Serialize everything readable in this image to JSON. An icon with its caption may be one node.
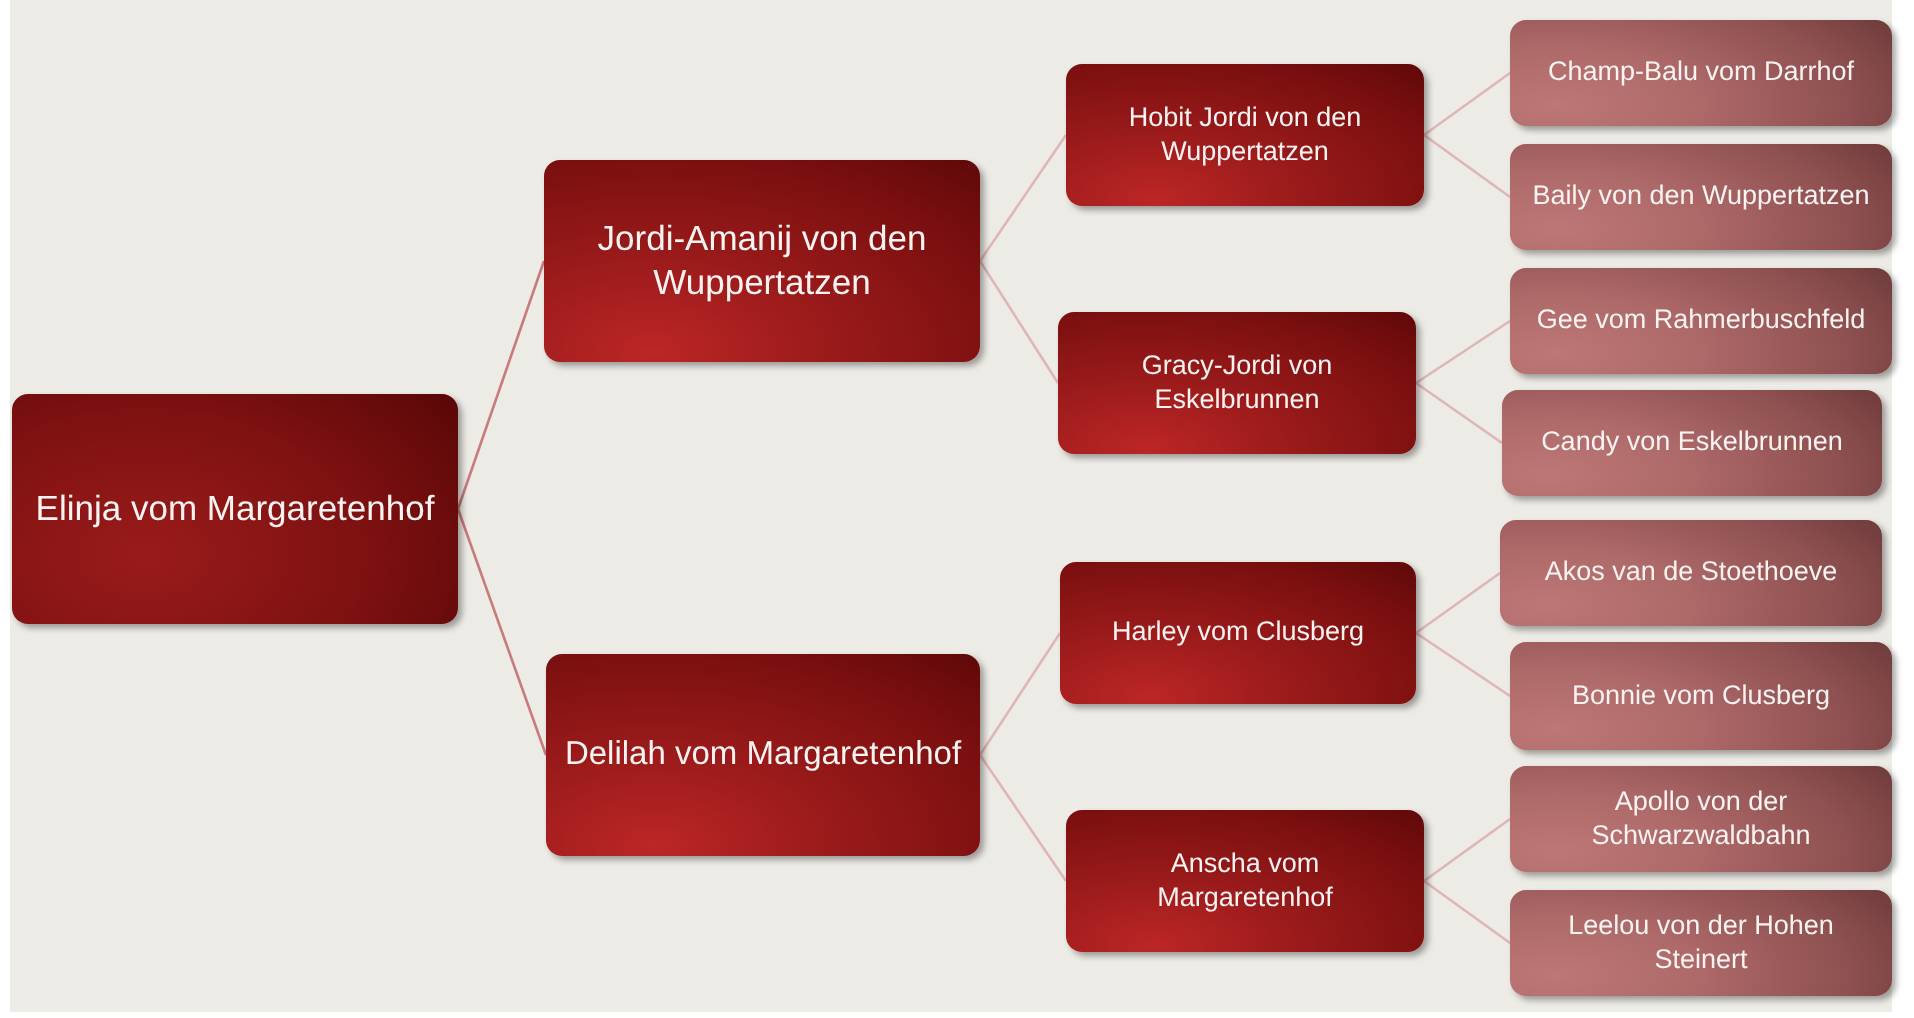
{
  "diagram": {
    "nodes": [
      {
        "text": [
          "Elinja vom Margaretenhof"
        ]
      },
      {
        "text": [
          "Jordi-Amanij von den Wuppertatzen"
        ]
      },
      {
        "text": [
          "Delilah vom Margaretenhof"
        ]
      },
      {
        "text": [
          "Hobit Jordi von den Wuppertatzen"
        ]
      },
      {
        "text": [
          "Gracy-Jordi von Eskelbrunnen"
        ]
      },
      {
        "text": [
          "Harley vom Clusberg"
        ]
      },
      {
        "text": [
          "Anscha vom Margaretenhof"
        ]
      },
      {
        "text": [
          "Champ-Balu vom Darrhof"
        ]
      },
      {
        "text": [
          "Baily von den Wuppertatzen"
        ]
      },
      {
        "text": [
          "Gee vom Rahmerbuschfeld"
        ]
      },
      {
        "text": [
          "Candy von Eskelbrunnen"
        ]
      },
      {
        "text": [
          "Akos van de Stoethoeve"
        ]
      },
      {
        "text": [
          "Bonnie vom Clusberg"
        ]
      },
      {
        "text": [
          "Apollo von der Schwarzwaldbahn"
        ]
      },
      {
        "text": [
          "Leelou von der Hohen Steinert"
        ]
      }
    ],
    "edges": [
      {
        "from": 0,
        "to": 1,
        "arrow": "none",
        "color": "#c97a7a"
      },
      {
        "from": 0,
        "to": 2,
        "arrow": "none",
        "color": "#c97a7a"
      },
      {
        "from": 1,
        "to": 3,
        "arrow": "none"
      },
      {
        "from": 1,
        "to": 4,
        "arrow": "none"
      },
      {
        "from": 2,
        "to": 5,
        "arrow": "none"
      },
      {
        "from": 2,
        "to": 6,
        "arrow": "none"
      },
      {
        "from": 3,
        "to": 7,
        "arrow": "none"
      },
      {
        "from": 3,
        "to": 8,
        "arrow": "none"
      },
      {
        "from": 4,
        "to": 9,
        "arrow": "none"
      },
      {
        "from": 4,
        "to": 10,
        "arrow": "none"
      },
      {
        "from": 5,
        "to": 11,
        "arrow": "none"
      },
      {
        "from": 5,
        "to": 12,
        "arrow": "none"
      },
      {
        "from": 6,
        "to": 13,
        "arrow": "none"
      },
      {
        "from": 6,
        "to": 14,
        "arrow": "none"
      }
    ]
  }
}
